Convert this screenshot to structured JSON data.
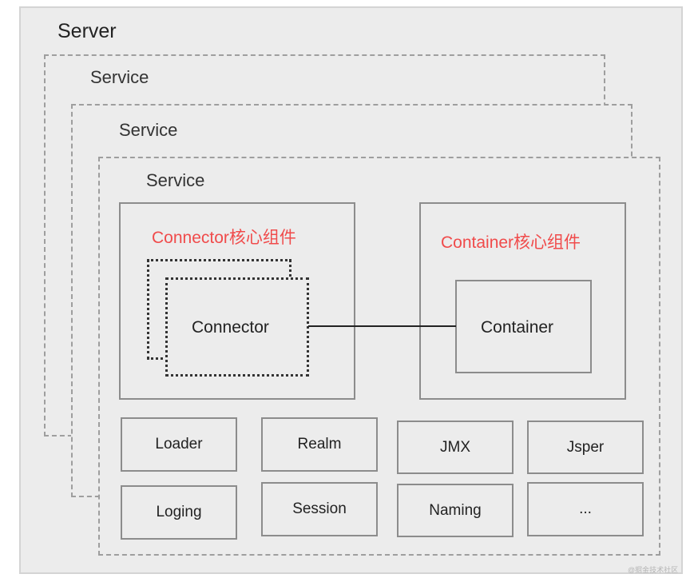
{
  "server": {
    "title": "Server"
  },
  "services": [
    {
      "title": "Service"
    },
    {
      "title": "Service"
    },
    {
      "title": "Service"
    }
  ],
  "connector_core": {
    "title": "Connector核心组件",
    "node_label": "Connector"
  },
  "container_core": {
    "title": "Container核心组件",
    "node_label": "Container"
  },
  "components": [
    {
      "label": "Loader"
    },
    {
      "label": "Realm"
    },
    {
      "label": "JMX"
    },
    {
      "label": "Jsper"
    },
    {
      "label": "Loging"
    },
    {
      "label": "Session"
    },
    {
      "label": "Naming"
    },
    {
      "label": "..."
    }
  ],
  "watermark": "@掘金技术社区",
  "colors": {
    "core_title": "#f04b4b",
    "background": "#ececec",
    "border": "#8c8c8c"
  }
}
